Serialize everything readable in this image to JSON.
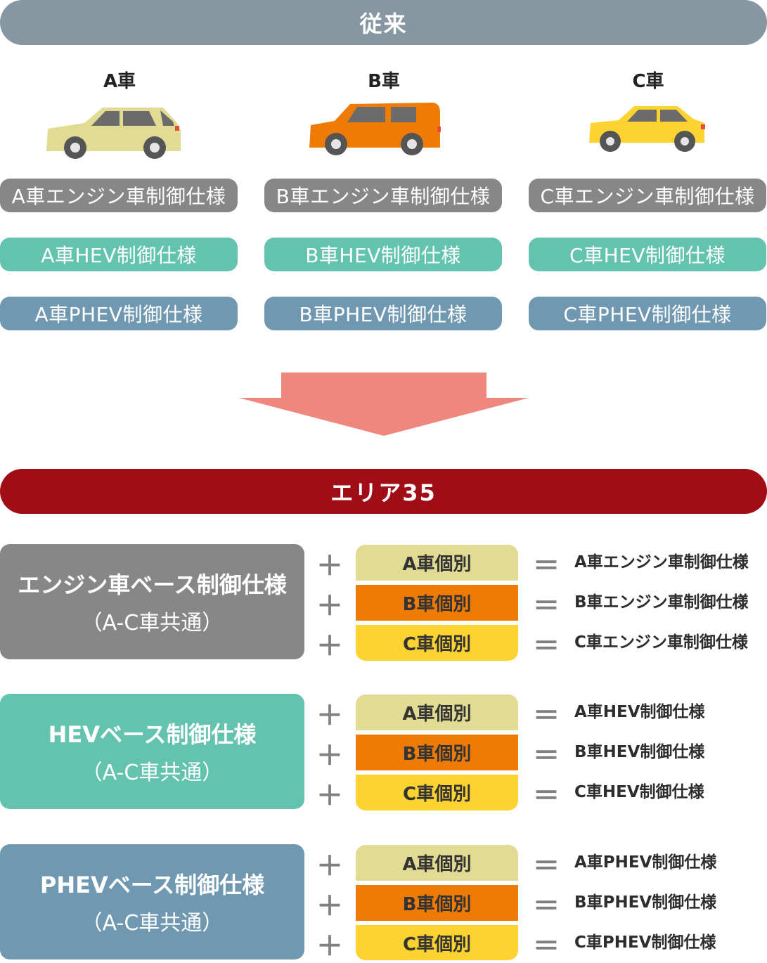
{
  "conventional": {
    "title": "従来",
    "cars": [
      {
        "name": "A車",
        "color": "#E2DB93",
        "specs": [
          "A車エンジン車制御仕様",
          "A車HEV制御仕様",
          "A車PHEV制御仕様"
        ]
      },
      {
        "name": "B車",
        "color": "#EE7B05",
        "specs": [
          "B車エンジン車制御仕様",
          "B車HEV制御仕様",
          "B車PHEV制御仕様"
        ]
      },
      {
        "name": "C車",
        "color": "#FCD330",
        "specs": [
          "C車エンジン車制御仕様",
          "C車HEV制御仕様",
          "C車PHEV制御仕様"
        ]
      }
    ]
  },
  "area35": {
    "title": "エリア35",
    "groups": [
      {
        "base_title": "エンジン車ベース制御仕様",
        "base_sub": "（A-C車共通）",
        "items": [
          {
            "plus": "＋",
            "box": "A車個別",
            "eq": "＝",
            "result": "A車エンジン車制御仕様"
          },
          {
            "plus": "＋",
            "box": "B車個別",
            "eq": "＝",
            "result": "B車エンジン車制御仕様"
          },
          {
            "plus": "＋",
            "box": "C車個別",
            "eq": "＝",
            "result": "C車エンジン車制御仕様"
          }
        ]
      },
      {
        "base_title": "HEVベース制御仕様",
        "base_sub": "（A-C車共通）",
        "items": [
          {
            "plus": "＋",
            "box": "A車個別",
            "eq": "＝",
            "result": "A車HEV制御仕様"
          },
          {
            "plus": "＋",
            "box": "B車個別",
            "eq": "＝",
            "result": "B車HEV制御仕様"
          },
          {
            "plus": "＋",
            "box": "C車個別",
            "eq": "＝",
            "result": "C車HEV制御仕様"
          }
        ]
      },
      {
        "base_title": "PHEVベース制御仕様",
        "base_sub": "（A-C車共通）",
        "items": [
          {
            "plus": "＋",
            "box": "A車個別",
            "eq": "＝",
            "result": "A車PHEV制御仕様"
          },
          {
            "plus": "＋",
            "box": "B車個別",
            "eq": "＝",
            "result": "B車PHEV制御仕様"
          },
          {
            "plus": "＋",
            "box": "C車個別",
            "eq": "＝",
            "result": "C車PHEV制御仕様"
          }
        ]
      }
    ]
  },
  "colors": {
    "header_gray": "#8697A1",
    "engine_gray": "#878787",
    "hev_teal": "#64C3AF",
    "phev_blue": "#7099B1",
    "area35_red": "#A10D17",
    "arrow_pink": "#EF877E",
    "box_a": "#E2DB93",
    "box_b": "#EE7B05",
    "box_c": "#FCD330"
  }
}
